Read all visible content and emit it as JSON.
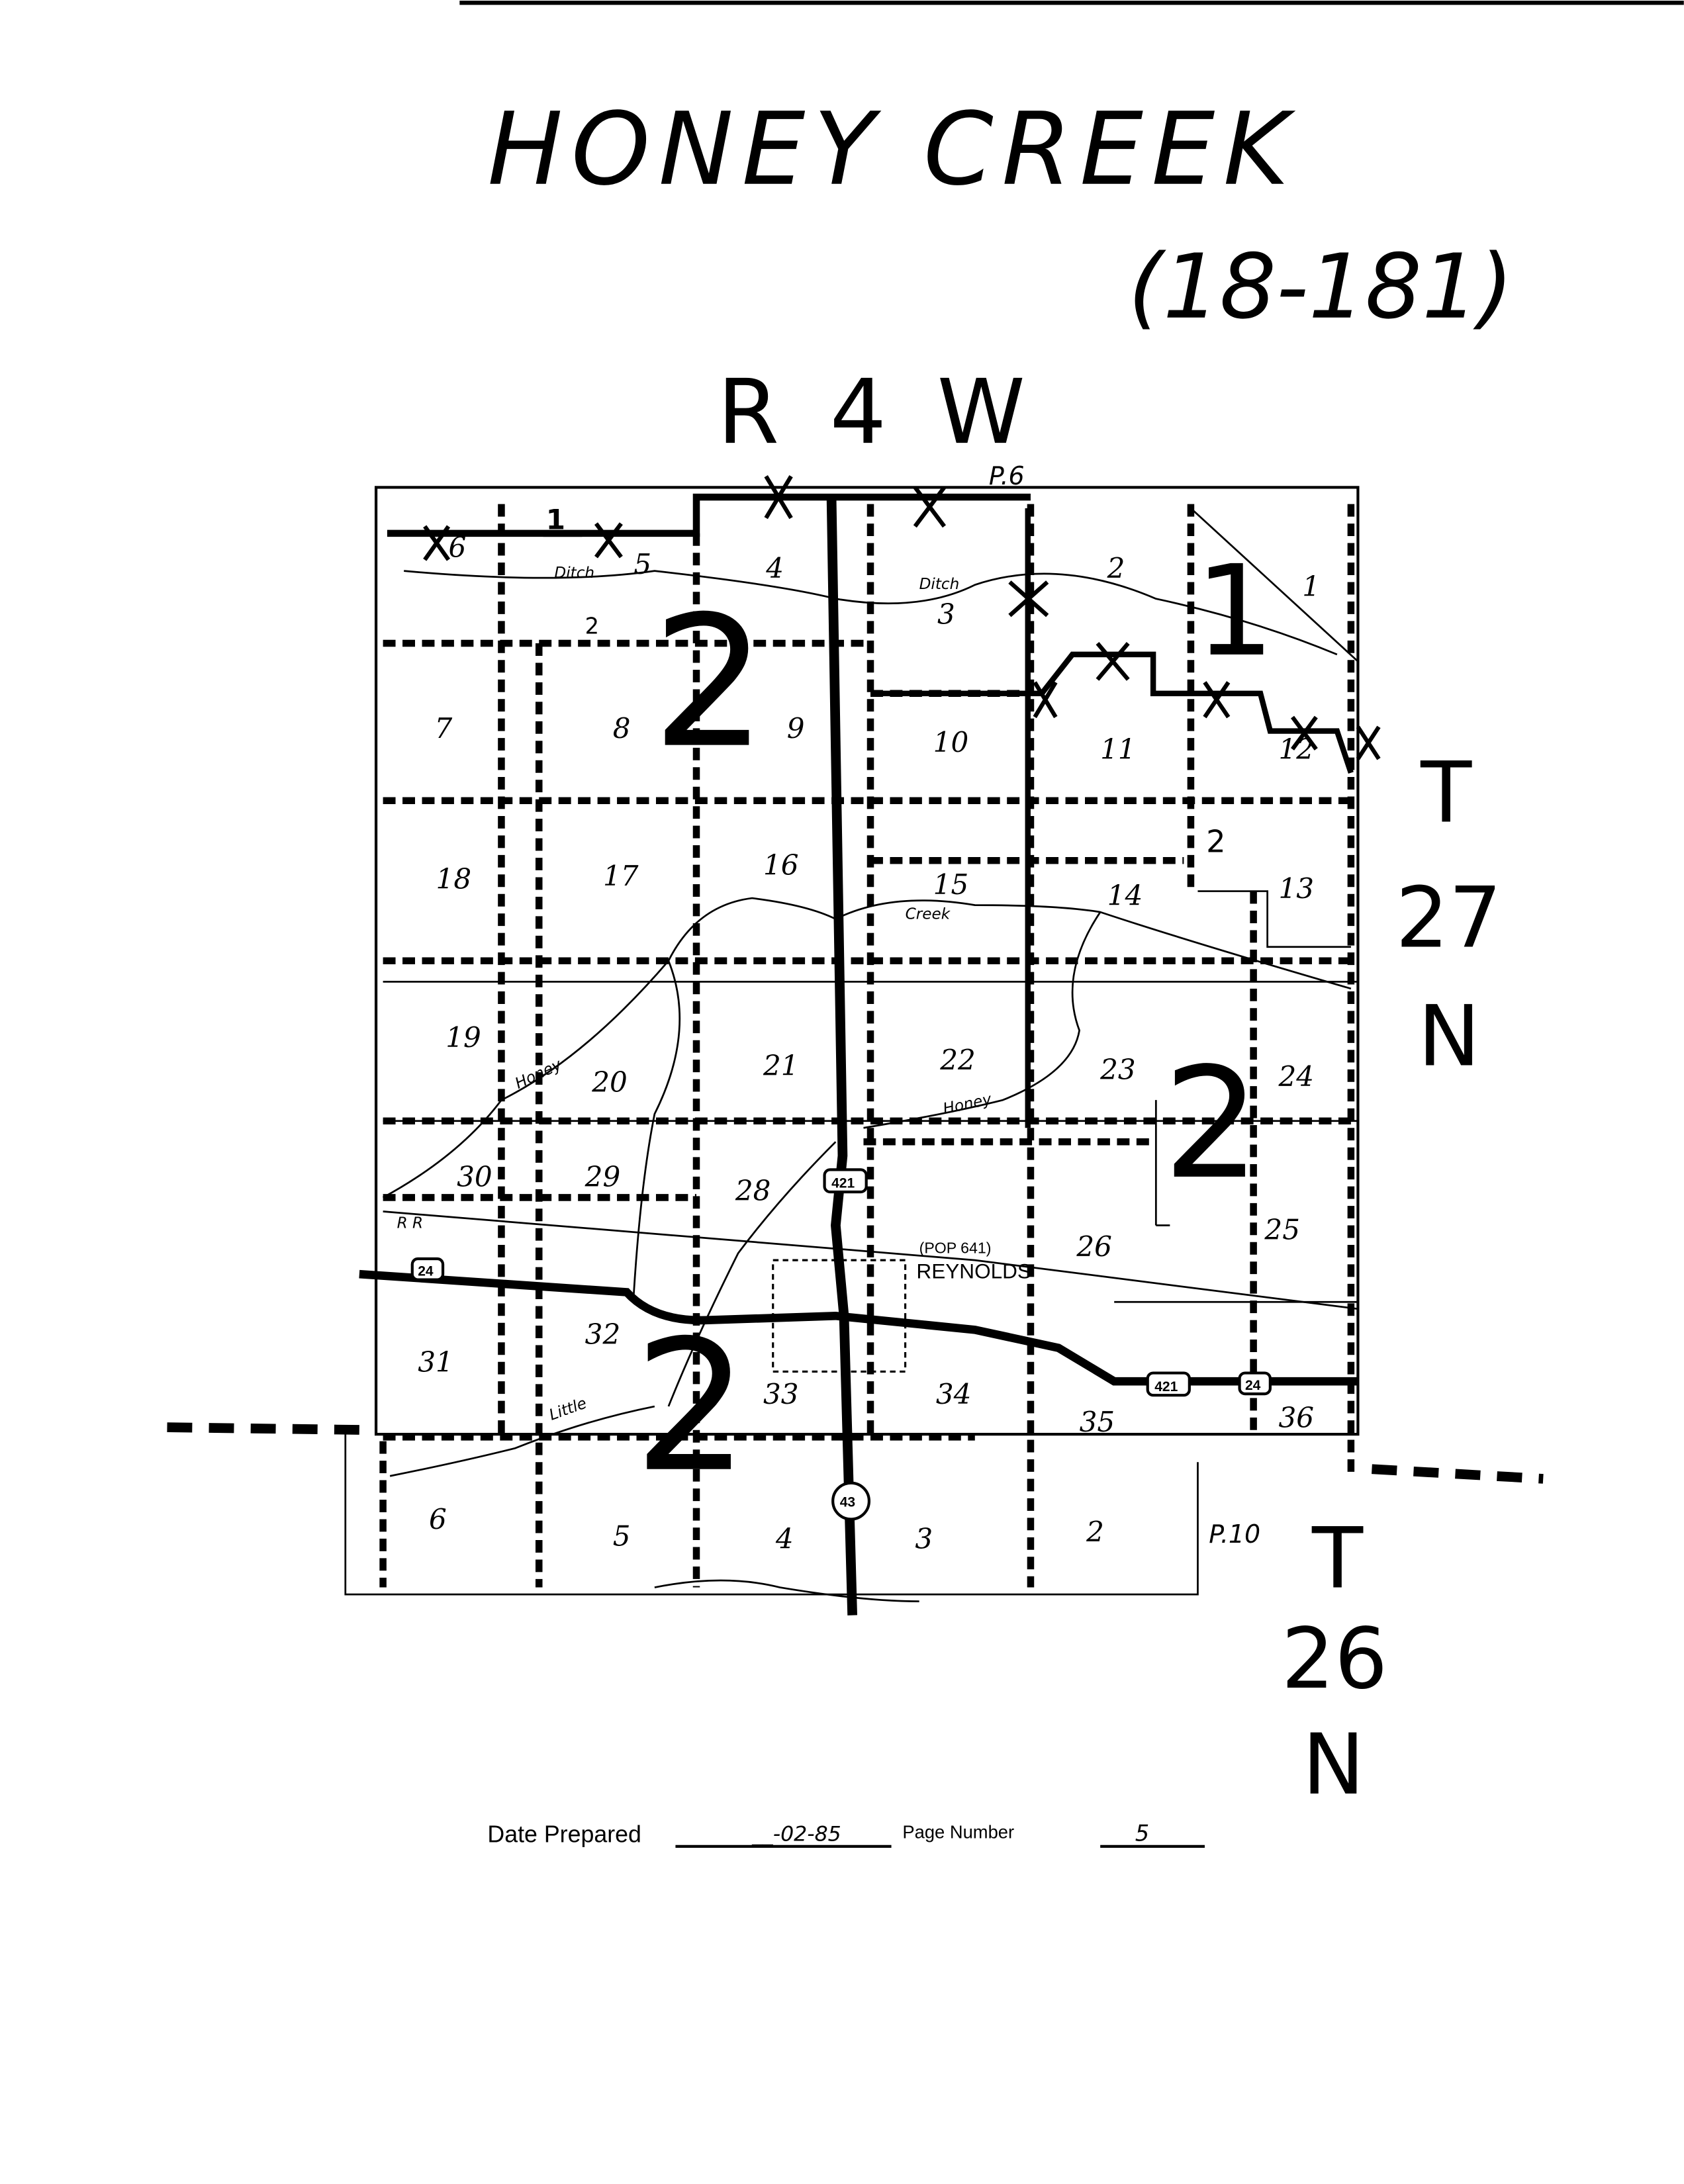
{
  "title": "HONEY CREEK",
  "code": "(18-181)",
  "range": "R 4 W",
  "township_north": {
    "t": "T",
    "num": "27",
    "dir": "N"
  },
  "township_south": {
    "t": "T",
    "num": "26",
    "dir": "N"
  },
  "page_refs": {
    "top": "P.6",
    "bottom": "P.10"
  },
  "sections": [
    "6",
    "5",
    "4",
    "3",
    "2",
    "1",
    "7",
    "8",
    "9",
    "10",
    "11",
    "12",
    "18",
    "17",
    "16",
    "15",
    "14",
    "13",
    "19",
    "20",
    "21",
    "22",
    "23",
    "24",
    "30",
    "29",
    "28",
    "26",
    "25",
    "31",
    "32",
    "33",
    "34",
    "35",
    "36"
  ],
  "south_sections": [
    "6",
    "5",
    "4",
    "3",
    "2"
  ],
  "annotations": {
    "one": "1",
    "two": "2"
  },
  "place_labels": {
    "ditch": "Ditch",
    "creek": "Creek",
    "honey": "Honey",
    "honey2": "Honey",
    "little": "Little",
    "rr": "R R"
  },
  "town": {
    "name": "REYNOLDS",
    "pop": "(POP 641)"
  },
  "routes": {
    "us421": "421",
    "us24": "24",
    "sr43": "43"
  },
  "footer": {
    "label": "Date Prepared",
    "date": "__-02-85",
    "page_label": "Page Number",
    "page_number": "5"
  }
}
